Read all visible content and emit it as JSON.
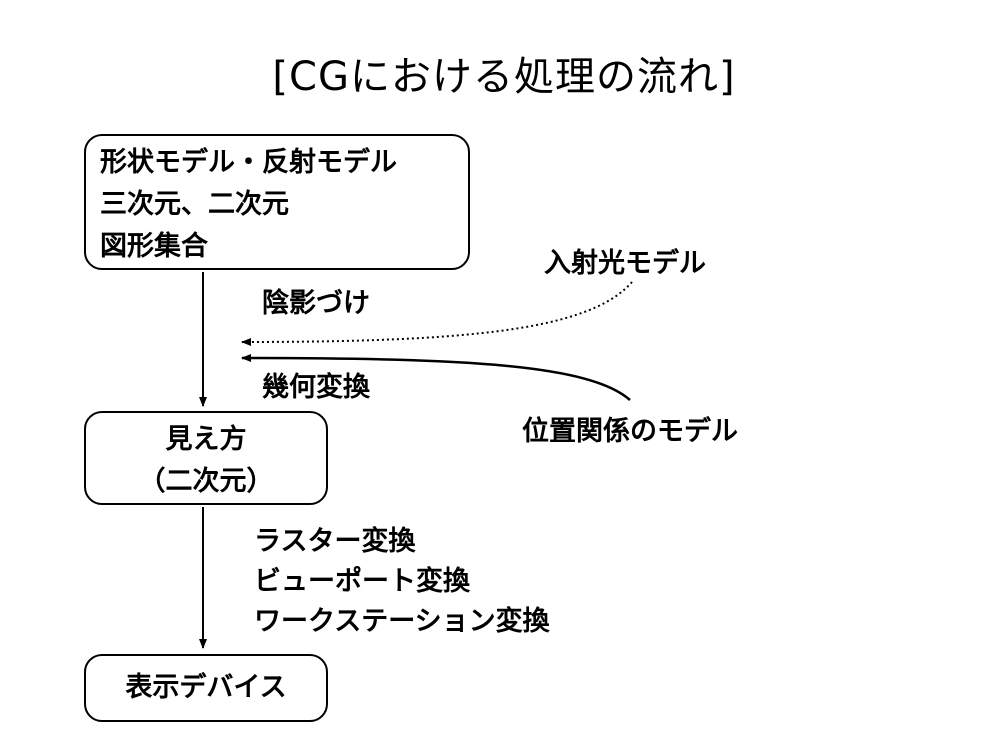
{
  "title": "[CGにおける処理の流れ]",
  "nodes": {
    "model": {
      "lines": [
        "形状モデル・反射モデル",
        "三次元、二次元",
        "図形集合"
      ]
    },
    "appearance": {
      "lines": [
        "見え方",
        "（二次元）"
      ]
    },
    "display": {
      "lines": [
        "表示デバイス"
      ]
    }
  },
  "edge_labels": {
    "shading": "陰影づけ",
    "geometric": "幾何変換",
    "raster_lines": [
      "ラスター変換",
      "ビューポート変換",
      "ワークステーション変換"
    ]
  },
  "inputs": {
    "light_model": "入射光モデル",
    "position_model": "位置関係のモデル"
  }
}
